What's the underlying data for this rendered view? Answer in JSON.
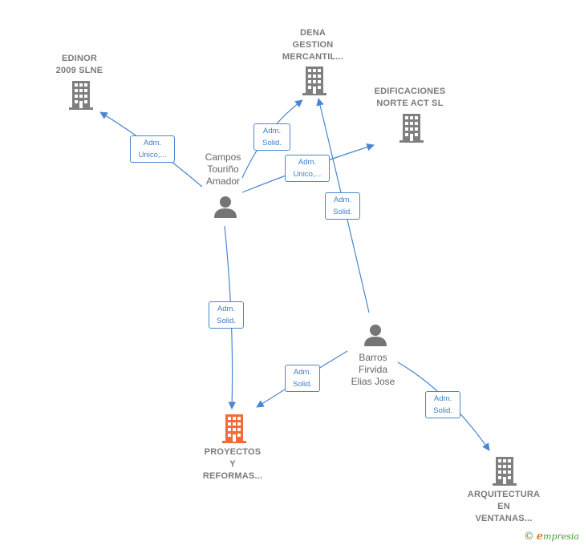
{
  "colors": {
    "edge": "#4a86d0",
    "building": "#7f7f7f",
    "building_highlight": "#f26b38",
    "person": "#757575"
  },
  "nodes": {
    "edinor": {
      "label": "EDINOR\n2009 SLNE",
      "icon": "building-icon"
    },
    "dena": {
      "label": "DENA\nGESTION\nMERCANTIL...",
      "icon": "building-icon"
    },
    "edificaciones": {
      "label": "EDIFICACIONES\nNORTE ACT  SL",
      "icon": "building-icon"
    },
    "campos": {
      "label": "Campos\nTouriño\nAmador",
      "icon": "person-icon"
    },
    "barros": {
      "label": "Barros\nFirvida\nElias Jose",
      "icon": "person-icon"
    },
    "proyectos": {
      "label": "PROYECTOS\nY\nREFORMAS...",
      "icon": "building-icon"
    },
    "arquitectura": {
      "label": "ARQUITECTURA\nEN\nVENTANAS...",
      "icon": "building-icon"
    }
  },
  "edges": {
    "campos_edinor": "Adm.\nUnico,...",
    "campos_dena": "Adm.\nSolid.",
    "campos_edificaciones": "Adm.\nUnico,...",
    "barros_dena": "Adm.\nSolid.",
    "campos_proyectos": "Adm.\nSolid.",
    "barros_proyectos": "Adm.\nSolid.",
    "barros_arquitectura": "Adm.\nSolid."
  },
  "footer": {
    "copyright": "©",
    "brand": "mpresia",
    "brand_initial": "e"
  }
}
